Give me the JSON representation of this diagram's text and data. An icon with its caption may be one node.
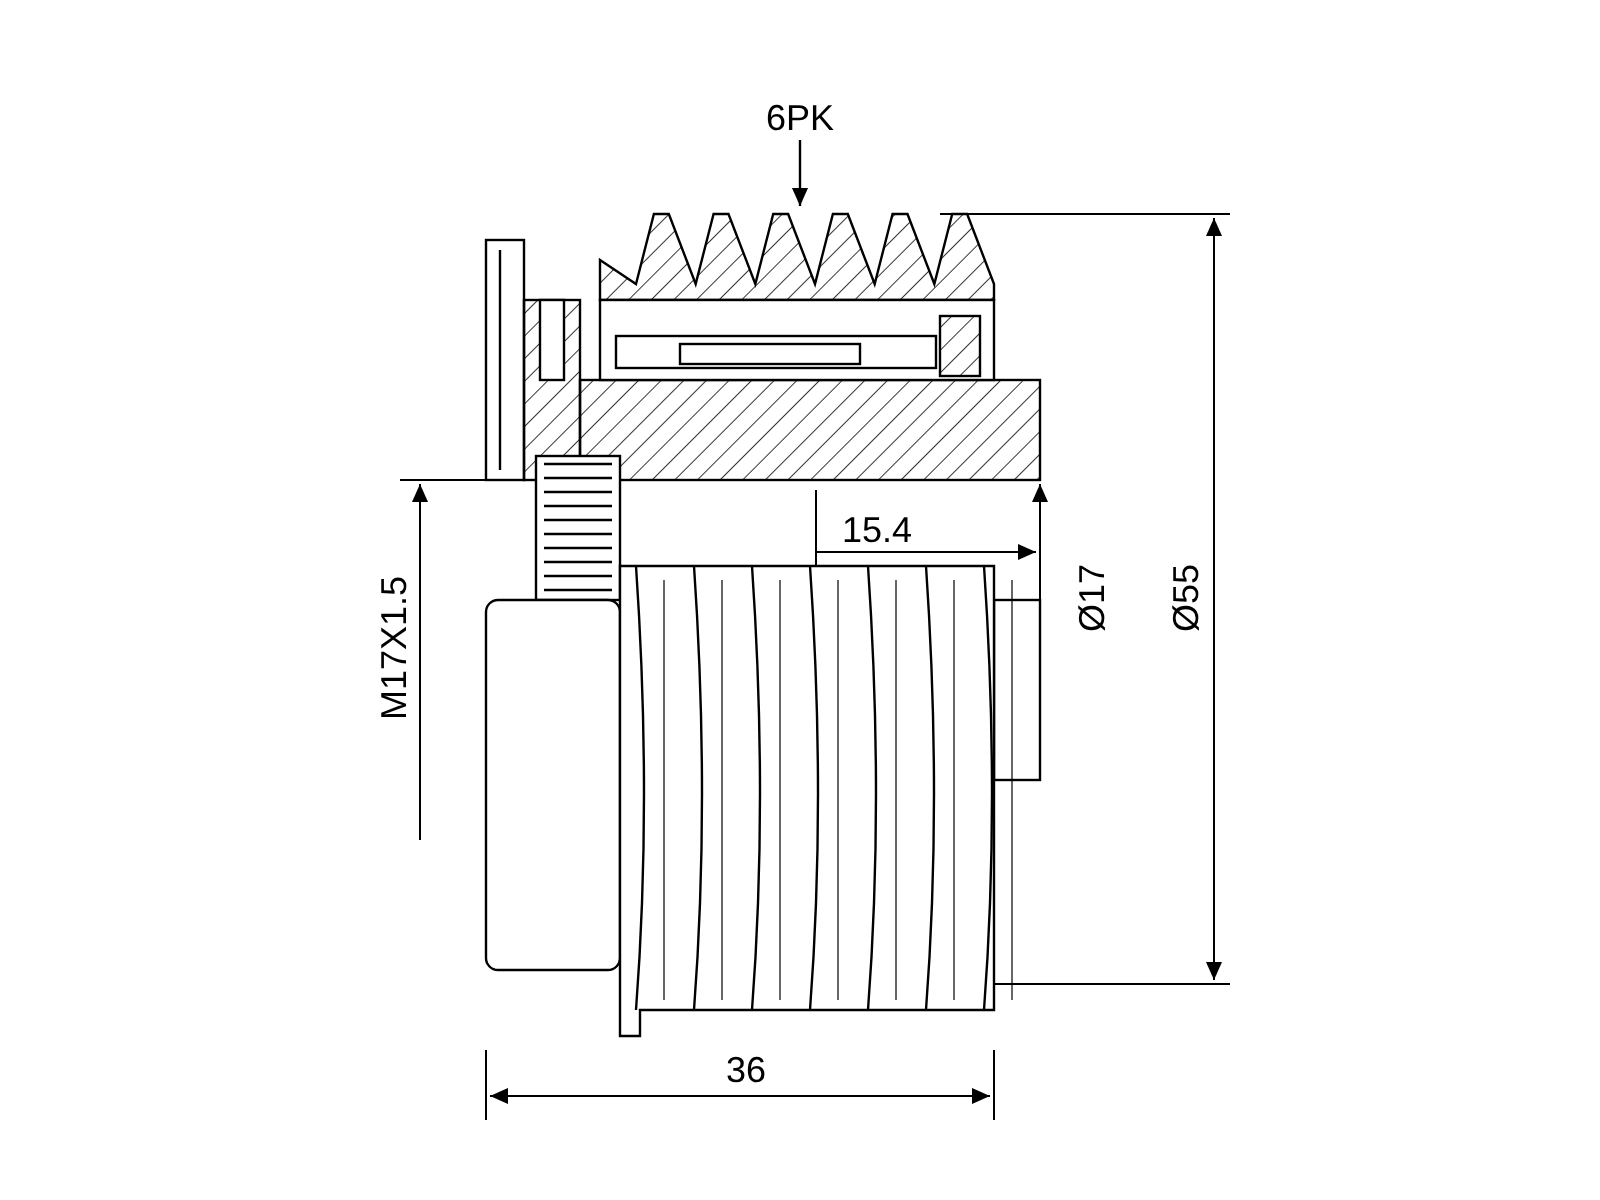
{
  "diagram": {
    "nodes": [
      {
        "text": [
          "6PK"
        ]
      },
      {
        "text": [],
        "shape": "picture"
      }
    ],
    "edges": [
      {
        "from": 0,
        "to": 1,
        "arrow": "to"
      }
    ],
    "labels": [
      "15.4",
      "Ø17",
      "Ø55",
      "M17X1.5",
      "36"
    ]
  }
}
